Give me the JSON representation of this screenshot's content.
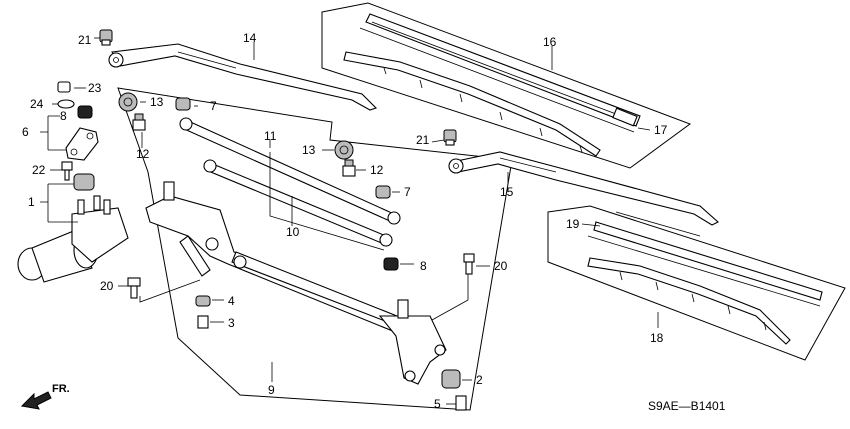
{
  "callouts": [
    {
      "id": "c1",
      "label": "1"
    },
    {
      "id": "c2",
      "label": "2"
    },
    {
      "id": "c3",
      "label": "3"
    },
    {
      "id": "c4",
      "label": "4"
    },
    {
      "id": "c5",
      "label": "5"
    },
    {
      "id": "c6",
      "label": "6"
    },
    {
      "id": "c7a",
      "label": "7"
    },
    {
      "id": "c7b",
      "label": "7"
    },
    {
      "id": "c8a",
      "label": "8"
    },
    {
      "id": "c8b",
      "label": "8"
    },
    {
      "id": "c9",
      "label": "9"
    },
    {
      "id": "c10",
      "label": "10"
    },
    {
      "id": "c11",
      "label": "11"
    },
    {
      "id": "c12a",
      "label": "12"
    },
    {
      "id": "c12b",
      "label": "12"
    },
    {
      "id": "c13a",
      "label": "13"
    },
    {
      "id": "c13b",
      "label": "13"
    },
    {
      "id": "c14",
      "label": "14"
    },
    {
      "id": "c15",
      "label": "15"
    },
    {
      "id": "c16",
      "label": "16"
    },
    {
      "id": "c17",
      "label": "17"
    },
    {
      "id": "c18",
      "label": "18"
    },
    {
      "id": "c19",
      "label": "19"
    },
    {
      "id": "c20a",
      "label": "20"
    },
    {
      "id": "c20b",
      "label": "20"
    },
    {
      "id": "c21a",
      "label": "21"
    },
    {
      "id": "c21b",
      "label": "21"
    },
    {
      "id": "c22",
      "label": "22"
    },
    {
      "id": "c23",
      "label": "23"
    },
    {
      "id": "c24",
      "label": "24"
    }
  ],
  "direction_label": "FR.",
  "diagram_code": "S9AE—B1401"
}
